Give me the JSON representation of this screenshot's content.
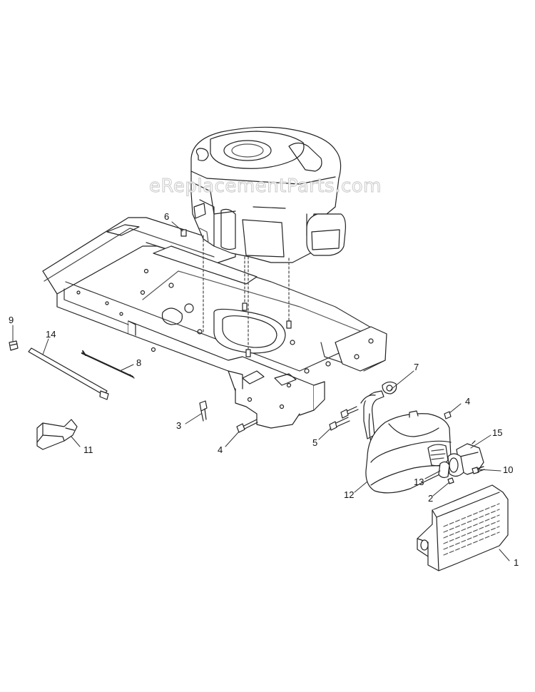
{
  "watermark": "eReplacementParts.com",
  "callouts": [
    {
      "id": "c1",
      "text": "1"
    },
    {
      "id": "c2",
      "text": "2"
    },
    {
      "id": "c3",
      "text": "3"
    },
    {
      "id": "c4a",
      "text": "4"
    },
    {
      "id": "c4b",
      "text": "4"
    },
    {
      "id": "c5",
      "text": "5"
    },
    {
      "id": "c6",
      "text": "6"
    },
    {
      "id": "c7",
      "text": "7"
    },
    {
      "id": "c8",
      "text": "8"
    },
    {
      "id": "c9",
      "text": "9"
    },
    {
      "id": "c10",
      "text": "10"
    },
    {
      "id": "c11",
      "text": "11"
    },
    {
      "id": "c12",
      "text": "12"
    },
    {
      "id": "c13",
      "text": "13"
    },
    {
      "id": "c14",
      "text": "14"
    },
    {
      "id": "c15",
      "text": "15"
    }
  ]
}
